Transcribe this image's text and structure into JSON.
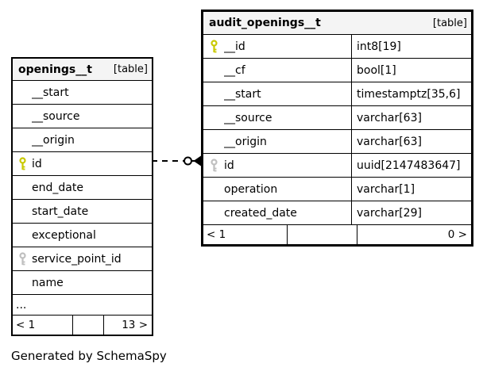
{
  "diagram": {
    "generator_note": "Generated by SchemaSpy",
    "relation": {
      "from_table": "openings__t",
      "from_column": "id",
      "to_table": "audit_openings__t",
      "to_column": "id",
      "line_style": "dashed"
    }
  },
  "colors": {
    "primary_key_icon": "#c9c900",
    "foreign_key_icon": "#bfbfbf",
    "header_bg": "#f4f4f4",
    "border": "#000000"
  },
  "tables": [
    {
      "id": "openings_t",
      "title": "openings__t",
      "badge": "[table]",
      "show_types": false,
      "columns": [
        {
          "name": "__start",
          "key": "none"
        },
        {
          "name": "__source",
          "key": "none"
        },
        {
          "name": "__origin",
          "key": "none"
        },
        {
          "name": "id",
          "key": "primary"
        },
        {
          "name": "end_date",
          "key": "none"
        },
        {
          "name": "start_date",
          "key": "none"
        },
        {
          "name": "exceptional",
          "key": "none"
        },
        {
          "name": "service_point_id",
          "key": "foreign"
        },
        {
          "name": "name",
          "key": "none"
        }
      ],
      "ellipsis": "...",
      "footer": {
        "left": "< 1",
        "middle": "",
        "right": "13 >"
      }
    },
    {
      "id": "audit_openings_t",
      "title": "audit_openings__t",
      "badge": "[table]",
      "show_types": true,
      "columns": [
        {
          "name": "__id",
          "type": "int8[19]",
          "key": "primary"
        },
        {
          "name": "__cf",
          "type": "bool[1]",
          "key": "none"
        },
        {
          "name": "__start",
          "type": "timestamptz[35,6]",
          "key": "none"
        },
        {
          "name": "__source",
          "type": "varchar[63]",
          "key": "none"
        },
        {
          "name": "__origin",
          "type": "varchar[63]",
          "key": "none"
        },
        {
          "name": "id",
          "type": "uuid[2147483647]",
          "key": "foreign"
        },
        {
          "name": "operation",
          "type": "varchar[1]",
          "key": "none"
        },
        {
          "name": "created_date",
          "type": "varchar[29]",
          "key": "none"
        }
      ],
      "footer": {
        "left": "< 1",
        "middle": "",
        "right": "0 >"
      }
    }
  ]
}
